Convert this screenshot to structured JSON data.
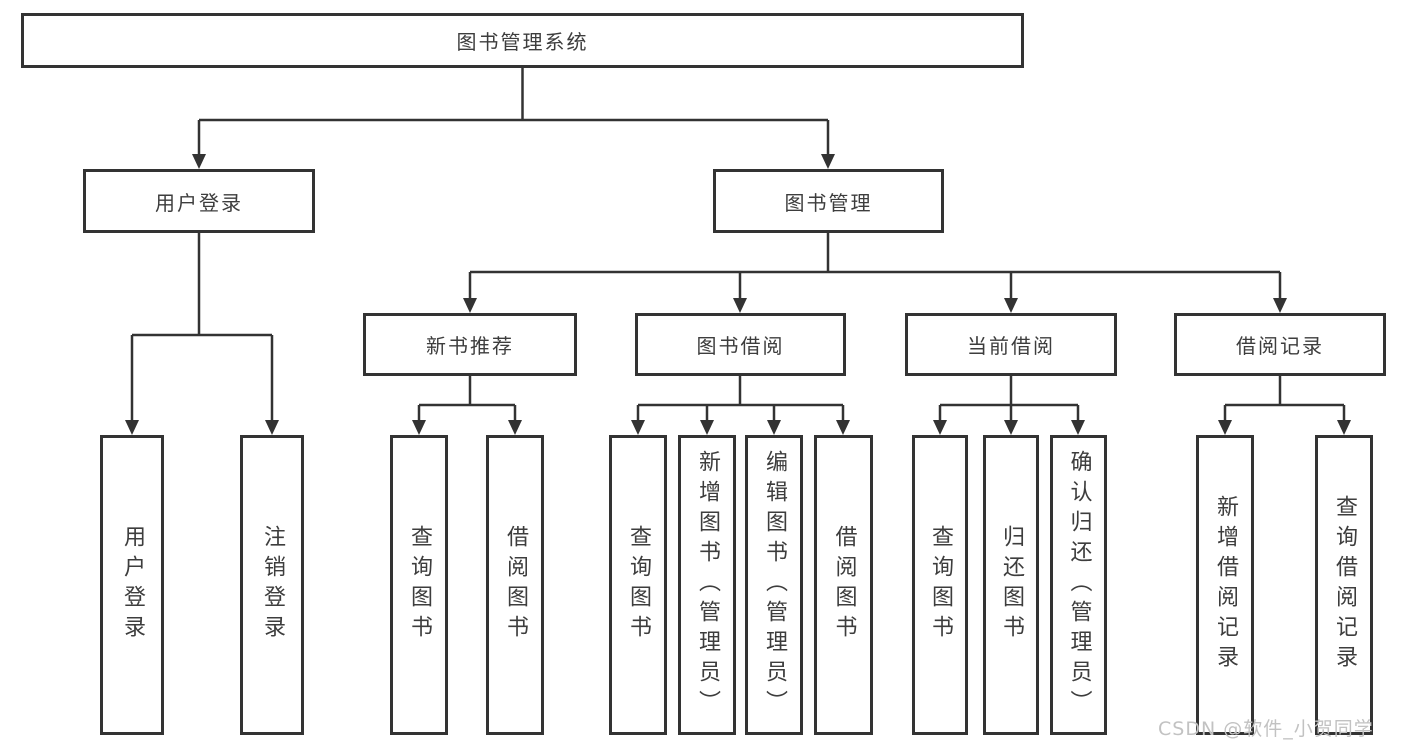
{
  "tree": {
    "root": {
      "label": "图书管理系统",
      "children": [
        {
          "label": "用户登录",
          "children": [
            {
              "label": "用户登录"
            },
            {
              "label": "注销登录"
            }
          ]
        },
        {
          "label": "图书管理",
          "children": [
            {
              "label": "新书推荐",
              "children": [
                {
                  "label": "查询图书"
                },
                {
                  "label": "借阅图书"
                }
              ]
            },
            {
              "label": "图书借阅",
              "children": [
                {
                  "label": "查询图书"
                },
                {
                  "label": "新增图书（管理员）"
                },
                {
                  "label": "编辑图书（管理员）"
                },
                {
                  "label": "借阅图书"
                }
              ]
            },
            {
              "label": "当前借阅",
              "children": [
                {
                  "label": "查询图书"
                },
                {
                  "label": "归还图书"
                },
                {
                  "label": "确认归还（管理员）"
                }
              ]
            },
            {
              "label": "借阅记录",
              "children": [
                {
                  "label": "新增借阅记录"
                },
                {
                  "label": "查询借阅记录"
                }
              ]
            }
          ]
        }
      ]
    }
  },
  "watermark": "CSDN @软件_小贺同学",
  "colors": {
    "line": "#333333",
    "box_border": "#333333",
    "text": "#3d3d3d",
    "watermark": "#c2c2c2",
    "background": "#ffffff"
  }
}
